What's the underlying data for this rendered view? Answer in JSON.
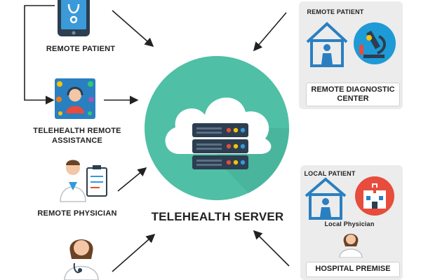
{
  "center": {
    "label": "TELEHEALTH SERVER",
    "color": "#4fbfa5",
    "cloud_icon": "cloud-icon",
    "server_icon": "server-rack-icon"
  },
  "left_nodes": [
    {
      "label": "REMOTE PATIENT",
      "icon": "smartphone-stethoscope-icon"
    },
    {
      "label_line1": "TELEHEALTH REMOTE",
      "label_line2": "ASSISTANCE",
      "icon": "operator-headset-icon"
    },
    {
      "label": "REMOTE PHYSICIAN",
      "icon": "physician-clipboard-icon"
    },
    {
      "label": "",
      "icon": "female-doctor-icon"
    }
  ],
  "right_panels": [
    {
      "title": "REMOTE PATIENT",
      "box_line1": "REMOTE DIAGNOSTIC",
      "box_line2": "CENTER",
      "icons": [
        "home-patient-icon",
        "microscope-icon"
      ]
    },
    {
      "title": "LOCAL PATIENT",
      "subtitle": "Local Physician",
      "box_line1": "HOSPITAL PREMISE",
      "icons": [
        "home-patient-icon",
        "hospital-icon",
        "doctor-icon"
      ]
    }
  ],
  "colors": {
    "accent_teal": "#4fbfa5",
    "dark_navy": "#2c3e50",
    "panel_gray": "#ececec",
    "arrow": "#222222",
    "house_blue": "#2a7fc1",
    "led_red": "#e74c3c",
    "led_yellow": "#f1c40f",
    "led_blue": "#3498db"
  }
}
